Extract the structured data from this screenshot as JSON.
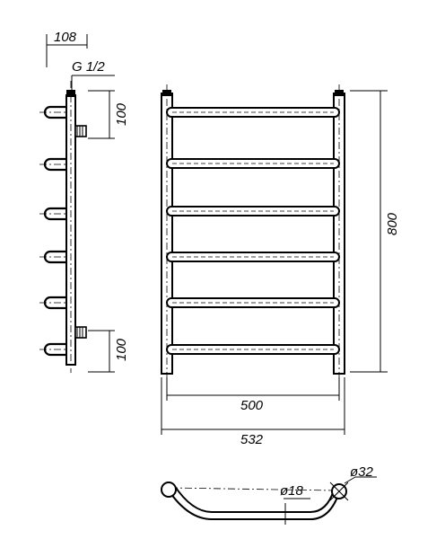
{
  "dimensions": {
    "top_offset": "108",
    "thread": "G 1/2",
    "upper_spacing": "100",
    "lower_spacing": "100",
    "height": "800",
    "center_width": "500",
    "overall_width": "532",
    "bar_diameter": "ø18",
    "tube_diameter": "ø32"
  }
}
